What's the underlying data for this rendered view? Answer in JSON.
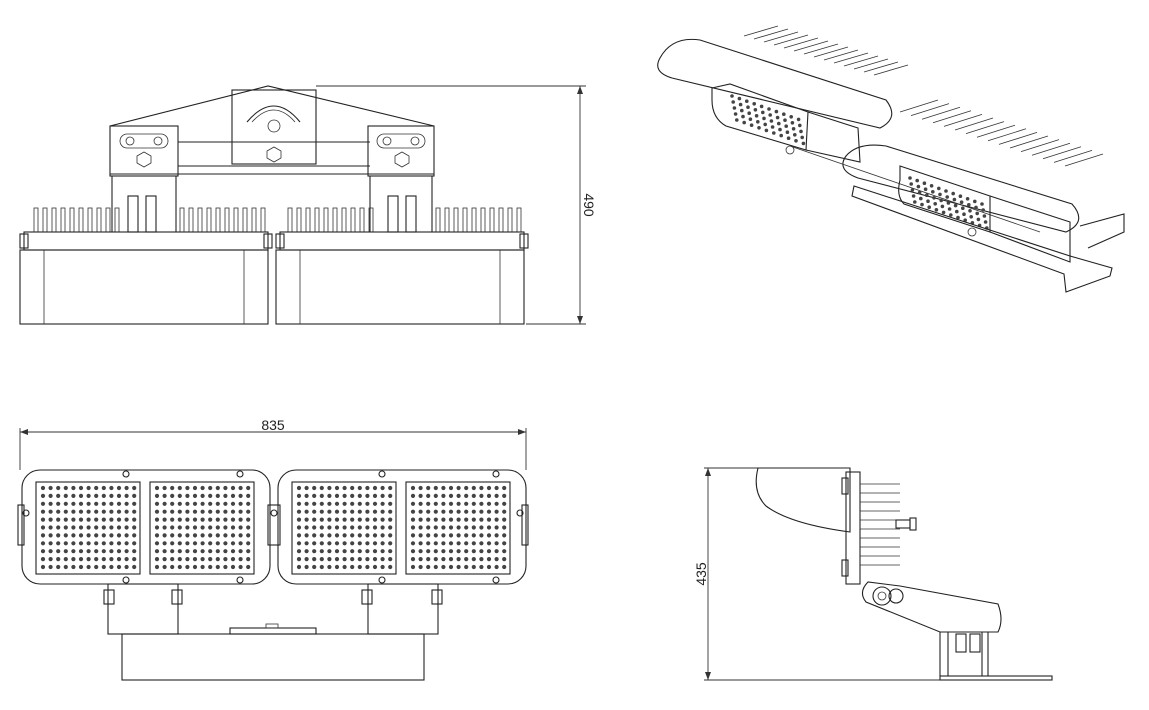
{
  "dimensions": {
    "height_front": "490",
    "width_bottom": "835",
    "height_side": "435"
  },
  "colors": {
    "line": "#222222",
    "background": "#ffffff"
  }
}
